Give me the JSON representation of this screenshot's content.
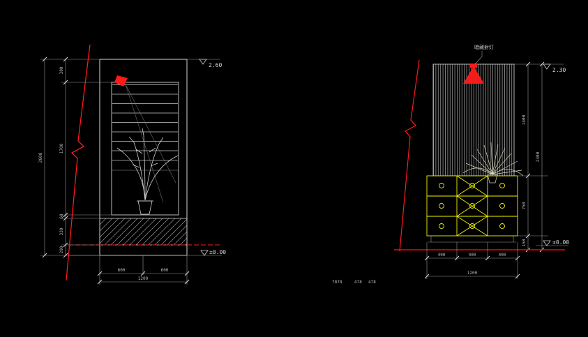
{
  "drawing": {
    "background": "#000000",
    "palette": {
      "line": "#d4d4d4",
      "dim_line": "#9a9a9a",
      "dim_text": "#b8b8b8",
      "accent_red": "#ff1a1a",
      "cabinet_yellow": "#f5f500",
      "ground_red": "#ff0000"
    },
    "left": {
      "level_top": "2.60",
      "level_bottom": "±0.00",
      "dim_overall_height": "2600",
      "dim_segments": [
        "300",
        "1700",
        "60",
        "330",
        "200"
      ],
      "dim_bottom_row1": [
        "600",
        "600"
      ],
      "dim_bottom_overall": "1200"
    },
    "right": {
      "spotlight_label": "暗藏射灯",
      "level_top": "2.30",
      "level_bottom": "±0.00",
      "dim_overall_height": "2300",
      "dim_segments": [
        "1400",
        "750",
        "150"
      ],
      "dim_bottom_row1": [
        "400",
        "400",
        "400"
      ],
      "dim_bottom_overall": "1200"
    },
    "stray_texts": [
      "7878",
      "478",
      "478"
    ]
  }
}
